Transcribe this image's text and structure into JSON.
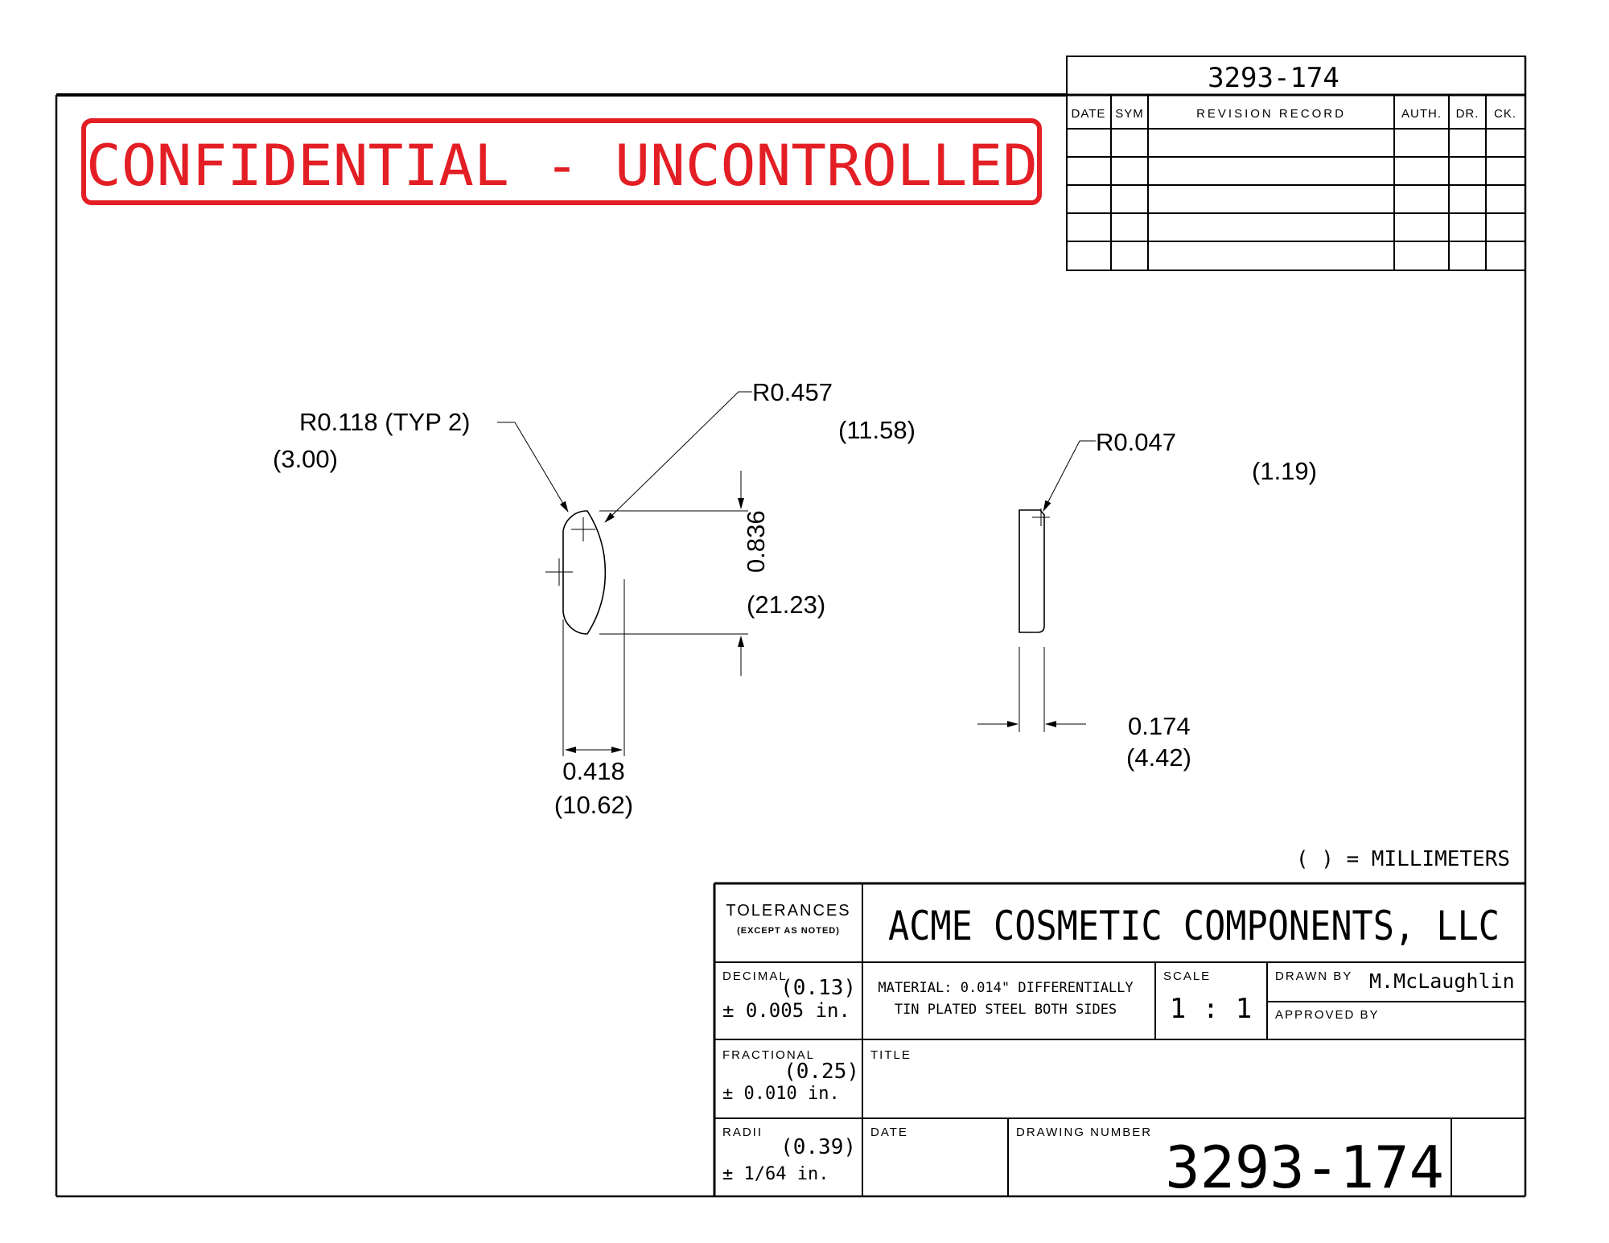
{
  "header": {
    "drawing_number_top": "3293-174",
    "revision_headers": {
      "date": "DATE",
      "sym": "SYM",
      "record": "REVISION RECORD",
      "auth": "AUTH.",
      "dr": "DR.",
      "ck": "CK."
    }
  },
  "stamp": {
    "text": "CONFIDENTIAL - UNCONTROLLED",
    "color": "#e31e24"
  },
  "dimensions": {
    "r_typ": "R0.118 (TYP 2)",
    "r_typ_mm": "(3.00)",
    "r_large": "R0.457",
    "r_large_mm": "(11.58)",
    "height": "0.836",
    "height_mm": "(21.23)",
    "width": "0.418",
    "width_mm": "(10.62)",
    "r_small": "R0.047",
    "r_small_mm": "(1.19)",
    "thickness": "0.174",
    "thickness_mm": "(4.42)"
  },
  "units_note": "( ) = MILLIMETERS",
  "title_block": {
    "tolerances": "TOLERANCES",
    "except": "(EXCEPT AS NOTED)",
    "company": "ACME COSMETIC COMPONENTS, LLC",
    "decimal_label": "DECIMAL",
    "decimal_mm": "(0.13)",
    "decimal_val": "± 0.005 in.",
    "fractional_label": "FRACTIONAL",
    "fractional_mm": "(0.25)",
    "fractional_val": "± 0.010 in.",
    "radii_label": "RADII",
    "radii_mm": "(0.39)",
    "radii_val": "± 1/64 in.",
    "material_line1": "MATERIAL: 0.014\" DIFFERENTIALLY",
    "material_line2": "TIN PLATED STEEL BOTH SIDES",
    "scale_label": "SCALE",
    "scale_val": "1 : 1",
    "drawn_by_label": "DRAWN BY",
    "drawn_by_val": "M.McLaughlin",
    "approved_by_label": "APPROVED BY",
    "title_label": "TITLE",
    "date_label": "DATE",
    "drawing_number_label": "DRAWING NUMBER",
    "drawing_number": "3293-174"
  }
}
